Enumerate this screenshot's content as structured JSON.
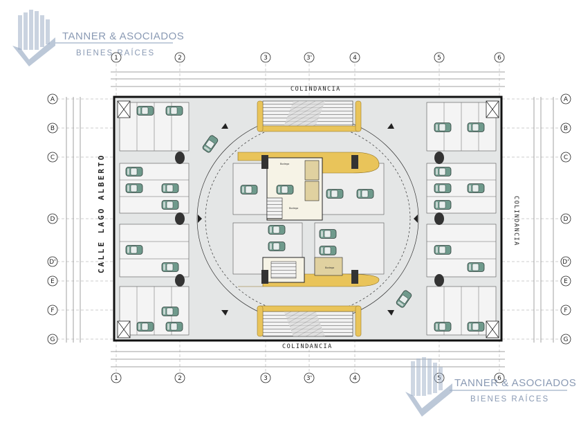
{
  "watermark": {
    "line1": "TANNER & ASOCIADOS",
    "line2": "BIENES RAÍCES",
    "accent_color": "#8a9ab4"
  },
  "plan": {
    "street_label": "CALLE LAGO ALBERTO",
    "boundary_label": "COLINDANCIA",
    "column_axes": [
      "1",
      "2",
      "3",
      "3'",
      "4",
      "5",
      "6"
    ],
    "row_axes": [
      "A",
      "B",
      "C",
      "D",
      "D'",
      "E",
      "F",
      "G"
    ],
    "car_color": "#6f9a8c",
    "ramp_color": "#e9c45a",
    "floor_color": "#e4e6e6",
    "room_labels": [
      "Bodega",
      "Bodega",
      "Bodega"
    ]
  }
}
